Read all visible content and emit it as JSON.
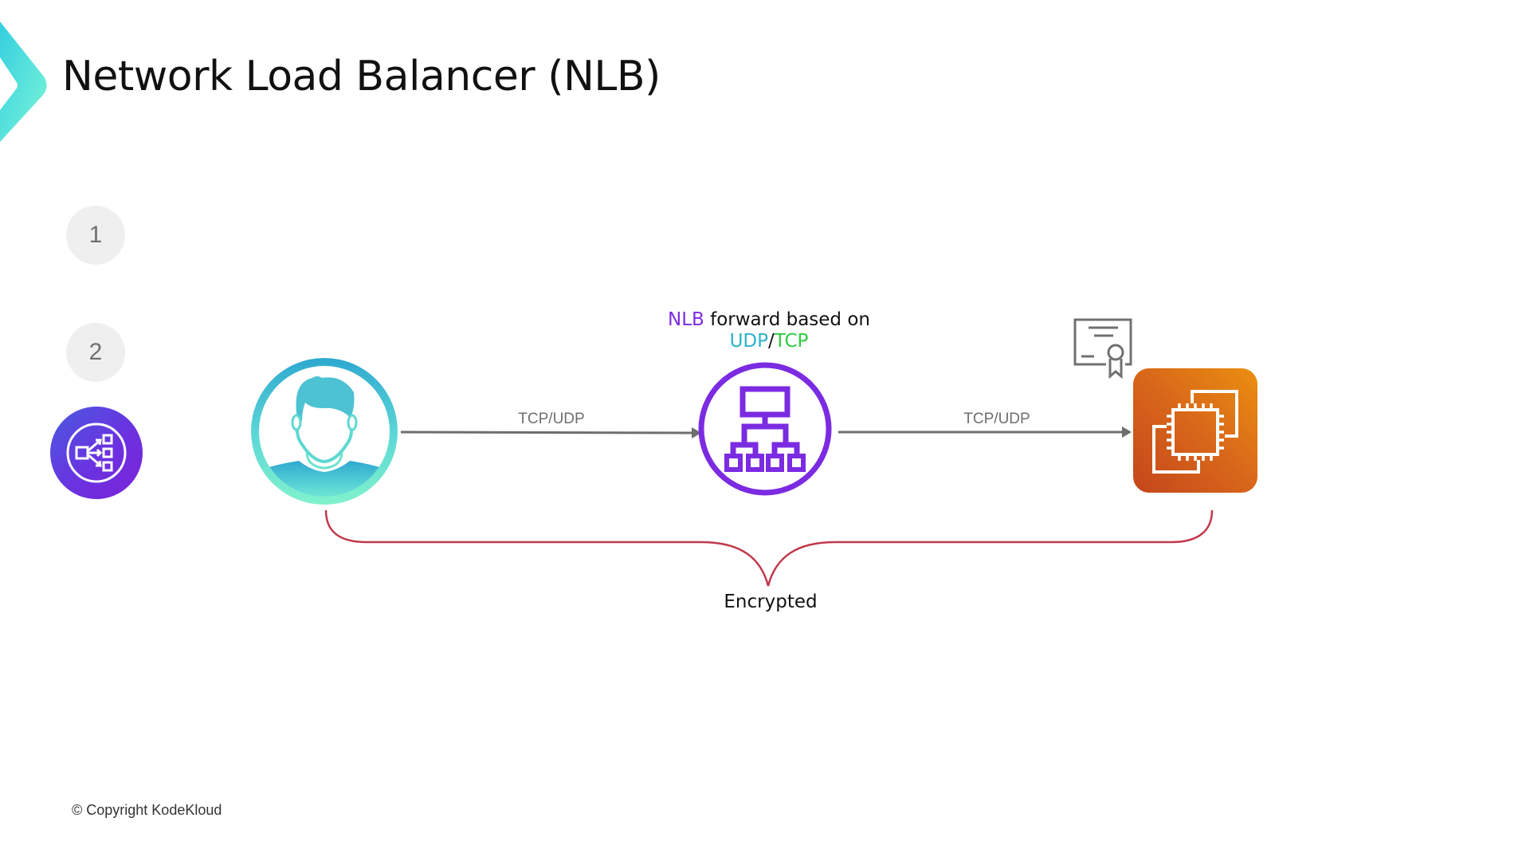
{
  "slide": {
    "title": "Network Load Balancer (NLB)",
    "copyright": "© Copyright KodeKloud"
  },
  "steps": [
    {
      "label": "1",
      "state": "inactive"
    },
    {
      "label": "2",
      "state": "inactive"
    },
    {
      "label": "",
      "state": "active",
      "icon": "load-balancer-icon"
    }
  ],
  "diagram": {
    "nodes": [
      {
        "id": "client",
        "icon": "user-icon"
      },
      {
        "id": "nlb",
        "icon": "network-hierarchy-icon"
      },
      {
        "id": "ec2",
        "icon": "ec2-instance-icon"
      },
      {
        "id": "certificate",
        "icon": "certificate-icon"
      }
    ],
    "edges": [
      {
        "from": "client",
        "to": "nlb",
        "label": "TCP/UDP"
      },
      {
        "from": "nlb",
        "to": "ec2",
        "label": "TCP/UDP"
      }
    ],
    "caption": {
      "part1": "NLB",
      "part2": " forward based on",
      "part3": "UDP",
      "part4": "/",
      "part5": "TCP"
    },
    "brace_label": "Encrypted"
  },
  "colors": {
    "brand_chevron": "#3fe0d0",
    "nlb_purple": "#7b2be2",
    "udp_teal": "#2bb3c8",
    "tcp_green": "#2ecc40",
    "brace_red": "#c0394b",
    "arrow_gray": "#6e6e6e",
    "ec2_orange": "#d8661a"
  }
}
